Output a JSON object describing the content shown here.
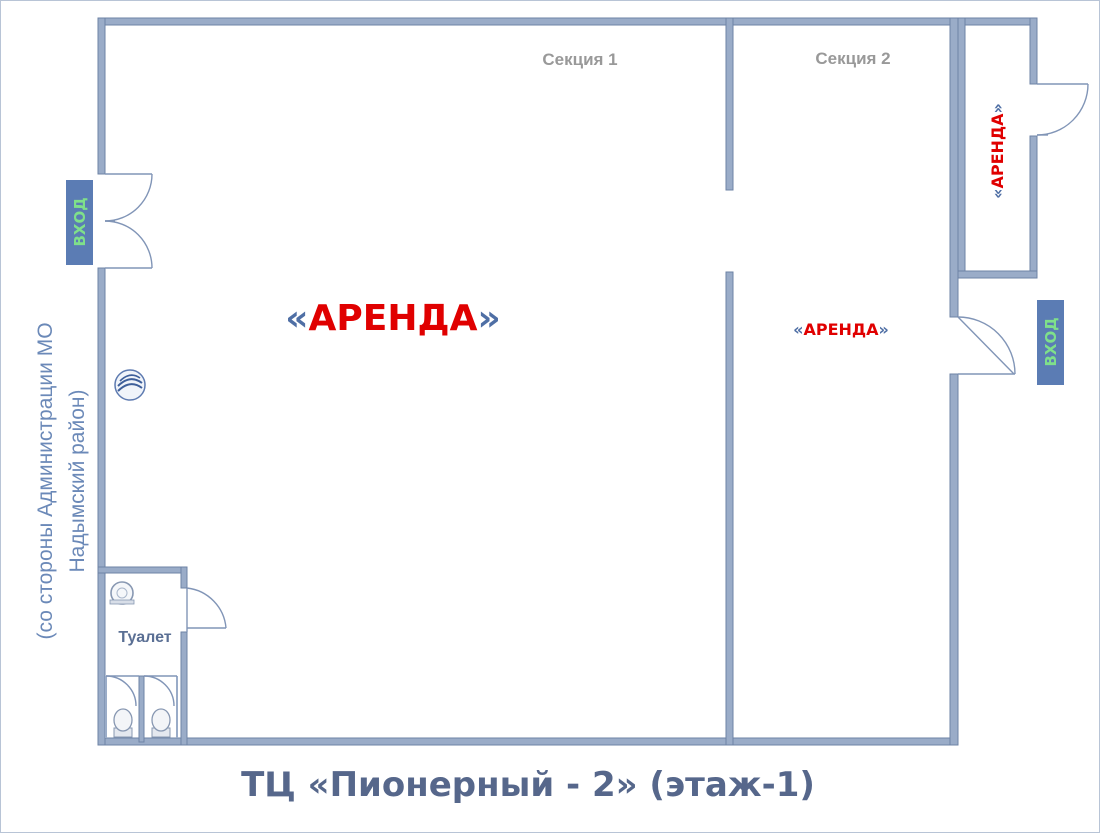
{
  "plan": {
    "section_1": "Секция 1",
    "section_2": "Секция 2",
    "rent_main": {
      "open": "«",
      "word": "АРЕНДА",
      "close": "»"
    },
    "rent_section_2": {
      "open": "«",
      "word": "АРЕНДА",
      "close": "»"
    },
    "rent_side_room": {
      "open": "«",
      "word": "АРЕНДА",
      "close": "»"
    },
    "entrance_left": "ВХОД",
    "entrance_right": "ВХОД",
    "toilet": "Туалет",
    "side_note_line1": "(со стороны Администрации МО",
    "side_note_line2": "Надымский район)",
    "title": "ТЦ «Пионерный - 2» (этаж-1)"
  },
  "colors": {
    "wall": "#9aacc8",
    "wall_edge": "#6e83a6",
    "rent_text": "#e00000",
    "quote_text": "#4f6fa5",
    "entrance_badge": "#5b7cb4",
    "entrance_text": "#7fe08a",
    "section_text": "#999999",
    "title_text": "#56678b",
    "side_note_text": "#6b89b8"
  }
}
